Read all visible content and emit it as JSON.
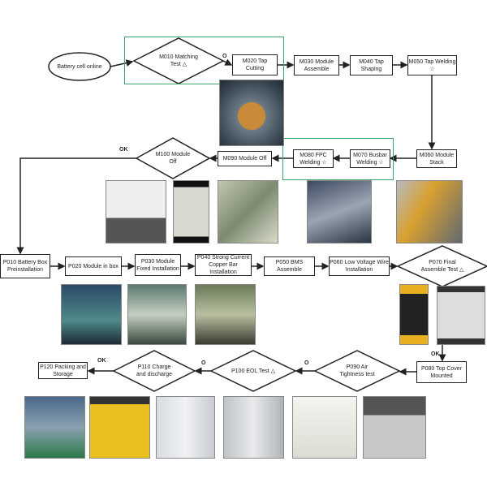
{
  "colors": {
    "highlight": "#3aa56b",
    "line": "#222222"
  },
  "start": "Battery cell online",
  "module_line": {
    "m010": "M010 Matching Test △",
    "m020": "M020 Tap Cutting",
    "m030": "M030 Module Assemble",
    "m040": "M040 Tap Shaping",
    "m050": "M050 Tap Welding ☆",
    "m060": "M060 Module Stack",
    "m070": "M070 Busbar Welding ☆",
    "m080": "M080 FPC Welding ☆",
    "m090": "M090  Module Off",
    "m100": "M100 Module Off"
  },
  "pack_line": {
    "p010": "P010  Battery Box Preinstallation",
    "p020": "P020 Module in box",
    "p030": "P030 Module Fixed Installation",
    "p040": "P040 Strong Current Copper Bar Installation",
    "p050": "P050 BMS Assemble",
    "p060": "P060 Low Voltage Wire Installation",
    "p070": "P070 Final Assemble Test △",
    "p080": "P080 Top Cover Mounted",
    "p090": "P090 Air Tightness test",
    "p100": "P100 EOL Test △",
    "p110": "P110 Charge and discharge",
    "p120": "P120  Packing and Storage"
  },
  "tags": {
    "o1": "O",
    "ok1": "OK",
    "ok2": "OK",
    "o2": "O",
    "o3": "O",
    "ok3": "OK"
  }
}
